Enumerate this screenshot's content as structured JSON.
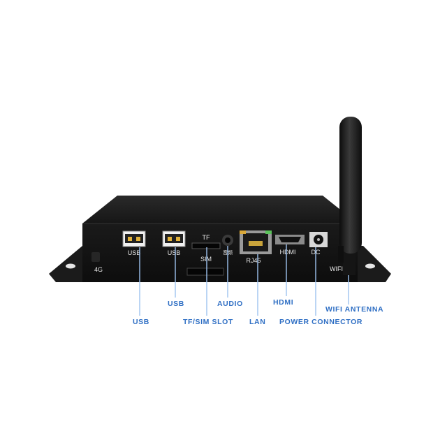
{
  "colors": {
    "background": "#ffffff",
    "device_body": "#141414",
    "device_top": "#1f1f1f",
    "leader_line": "#9ec3f0",
    "callout_text": "#2f6fc4",
    "port_label": "#e8e8e8"
  },
  "port_labels": {
    "usb_1": "USB",
    "usb_2": "USB",
    "tf": "TF",
    "sim": "SIM",
    "audio_cn": "音频",
    "rj45": "RJ45",
    "hdmi": "HDMI",
    "dc": "DC",
    "wifi": "WIFI",
    "fourg": "4G"
  },
  "callouts": {
    "usb_lower": "USB",
    "usb_upper": "USB",
    "tf_sim_slot": "TF/SIM SLOT",
    "audio": "AUDIO",
    "lan": "LAN",
    "hdmi": "HDMI",
    "power_connector": "POWER CONNECTOR",
    "wifi_antenna": "WIFI ANTENNA"
  },
  "icons": {
    "antenna": "wifi-antenna-icon",
    "usb": "usb-port-icon",
    "rj45": "ethernet-port-icon",
    "hdmi": "hdmi-port-icon",
    "dc": "dc-jack-icon",
    "audio": "audio-jack-icon"
  }
}
